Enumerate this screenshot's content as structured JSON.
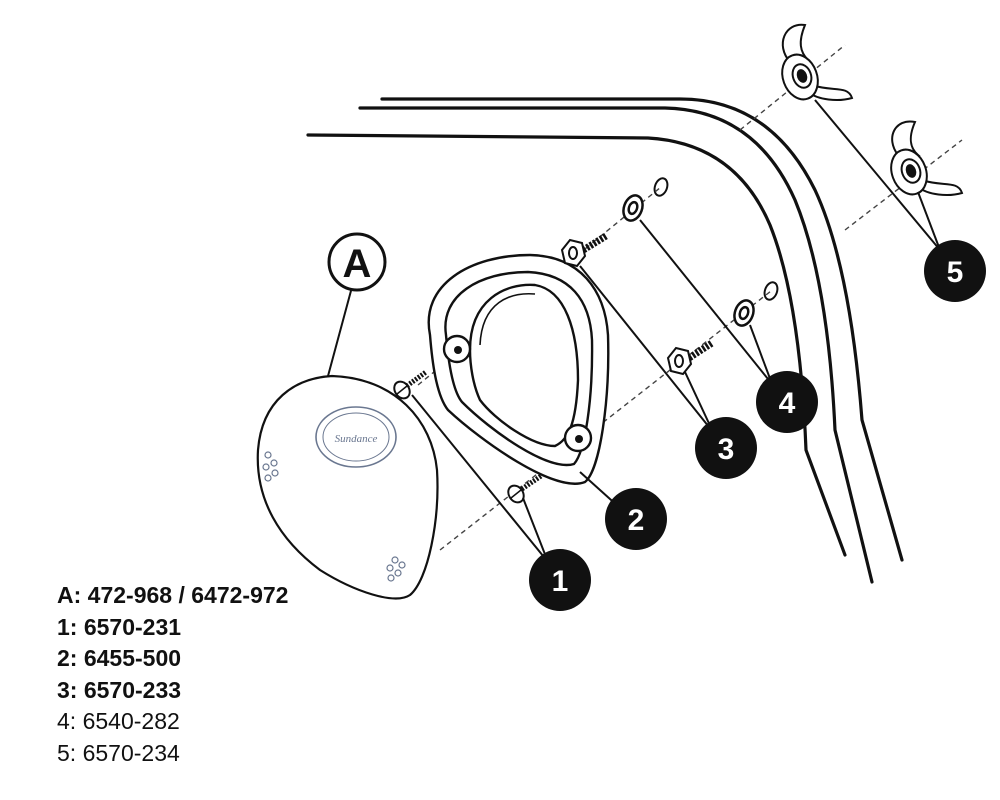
{
  "callouts": {
    "a": "A",
    "p1": "1",
    "p2": "2",
    "p3": "3",
    "p4": "4",
    "p5": "5"
  },
  "logo_text": "Sundance",
  "legend": [
    {
      "text": "A: 472-968 / 6472-972",
      "bold": true
    },
    {
      "text": "1: 6570-231",
      "bold": true
    },
    {
      "text": "2: 6455-500",
      "bold": true
    },
    {
      "text": "3: 6570-233",
      "bold": true
    },
    {
      "text": "4: 6540-282",
      "bold": false
    },
    {
      "text": "5: 6570-234",
      "bold": false
    }
  ],
  "colors": {
    "ink": "#111111",
    "callout_fill": "#111111",
    "callout_text": "#ffffff",
    "logo": "#6a7790"
  }
}
